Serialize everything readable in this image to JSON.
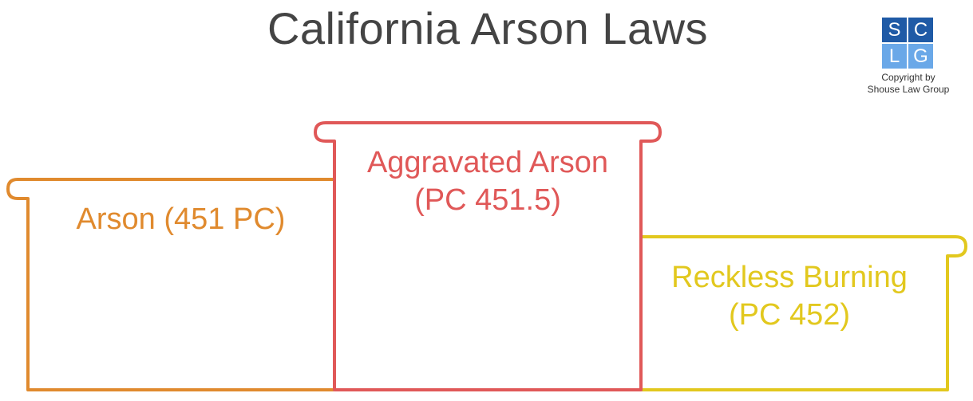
{
  "title": "California Arson Laws",
  "logo": {
    "letters": [
      "S",
      "C",
      "L",
      "G"
    ],
    "caption_line1": "Copyright by",
    "caption_line2": "Shouse Law Group",
    "colors": [
      "#1f5aa6",
      "#1f5aa6",
      "#6aa8e8",
      "#6aa8e8"
    ]
  },
  "blocks": [
    {
      "line1": "Arson (451 PC)",
      "line2": "",
      "color": "#e08a2e"
    },
    {
      "line1": "Aggravated Arson",
      "line2": "(PC 451.5)",
      "color": "#e05858"
    },
    {
      "line1": "Reckless Burning",
      "line2": "(PC 452)",
      "color": "#e2c81e"
    }
  ]
}
